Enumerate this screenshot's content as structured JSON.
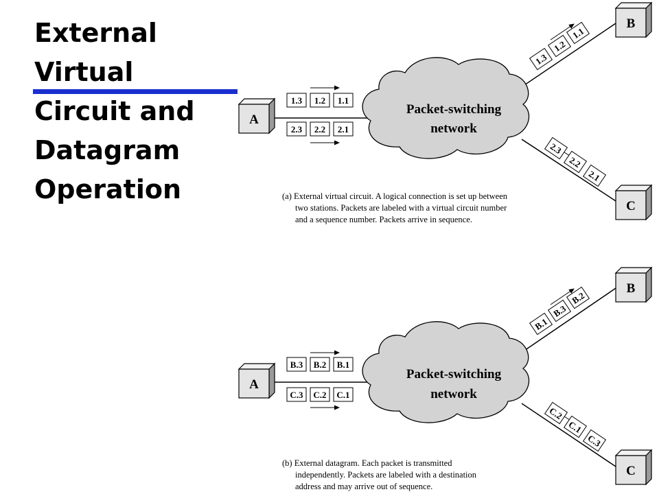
{
  "title": {
    "lines": [
      "External",
      "Virtual",
      "Circuit and",
      "Datagram",
      "Operation"
    ]
  },
  "colors": {
    "accent": "#1a2fd0",
    "cloud": "#d3d3d3",
    "node_front": "#e4e4e4",
    "node_side": "#9a9a9a"
  },
  "panel_a": {
    "node_a": "A",
    "node_b": "B",
    "node_c": "C",
    "cloud_line1": "Packet-switching",
    "cloud_line2": "network",
    "packets_top": [
      "1.3",
      "1.2",
      "1.1"
    ],
    "packets_bottom": [
      "2.3",
      "2.2",
      "2.1"
    ],
    "packets_to_b": [
      "1.3",
      "1.2",
      "1.1"
    ],
    "packets_to_c": [
      "2.3",
      "2.2",
      "2.1"
    ],
    "caption_lines": [
      "(a) External virtual circuit. A logical connection is set up between",
      "two stations. Packets are labeled with a virtual circuit number",
      "and a sequence number. Packets arrive in sequence."
    ]
  },
  "panel_b": {
    "node_a": "A",
    "node_b": "B",
    "node_c": "C",
    "cloud_line1": "Packet-switching",
    "cloud_line2": "network",
    "packets_top": [
      "B.3",
      "B.2",
      "B.1"
    ],
    "packets_bottom": [
      "C.3",
      "C.2",
      "C.1"
    ],
    "packets_to_b": [
      "B.1",
      "B.3",
      "B.2"
    ],
    "packets_to_c": [
      "C.2",
      "C.1",
      "C.3"
    ],
    "caption_lines": [
      "(b) External datagram. Each packet is transmitted",
      "independently. Packets are labeled with a destination",
      "address and may arrive out of sequence."
    ]
  }
}
